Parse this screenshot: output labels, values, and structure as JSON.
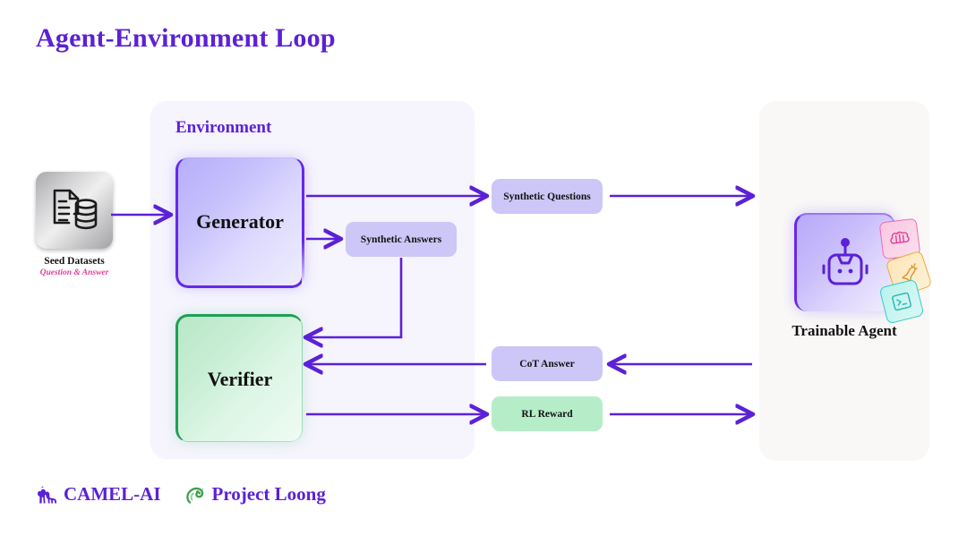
{
  "page": {
    "title": "Agent-Environment Loop",
    "background": "#ffffff",
    "accent_purple": "#5b21d6",
    "arrow_color": "#5b21d6",
    "accent_green": "#1f9f55",
    "accent_pink": "#e0409a"
  },
  "environment": {
    "label": "Environment",
    "panel_color": "#f6f4fd",
    "nodes": [
      {
        "id": "generator",
        "label": "Generator",
        "color": "#b7aefb",
        "border": "#6429e8"
      },
      {
        "id": "verifier",
        "label": "Verifier",
        "color": "#b9e8c8",
        "border": "#1f9f55"
      }
    ],
    "inner_pill": {
      "label": "Synthetic Answers",
      "color": "#ccc7f7"
    }
  },
  "seed": {
    "title": "Seed Datasets",
    "subtitle": "Question & Answer",
    "icon": "document-database-icon"
  },
  "messages": [
    {
      "id": "synthetic-questions",
      "label": "Synthetic Questions",
      "color": "#ccc7f7",
      "direction": "environment-to-agent"
    },
    {
      "id": "cot-answer",
      "label": "CoT Answer",
      "color": "#ccc7f7",
      "direction": "agent-to-environment"
    },
    {
      "id": "rl-reward",
      "label": "RL Reward",
      "color": "#b6edc9",
      "direction": "environment-to-agent"
    }
  ],
  "agent": {
    "title": "Trainable Agent",
    "panel_color": "#faf8f7",
    "card_color": "#b9a9fa",
    "icon": "robot-icon",
    "mini_cards": [
      {
        "id": "brain",
        "icon": "brain-icon",
        "color": "#f06bb0"
      },
      {
        "id": "rocket",
        "icon": "rocket-icon",
        "color": "#f0a93a"
      },
      {
        "id": "terminal",
        "icon": "terminal-icon",
        "color": "#2fd0c6"
      }
    ]
  },
  "footer": {
    "brands": [
      {
        "name": "CAMEL-AI",
        "icon": "camel-icon",
        "icon_color": "#5b21d6"
      },
      {
        "name": "Project Loong",
        "icon": "dragon-icon",
        "icon_color": "#3f9e4d"
      }
    ]
  }
}
